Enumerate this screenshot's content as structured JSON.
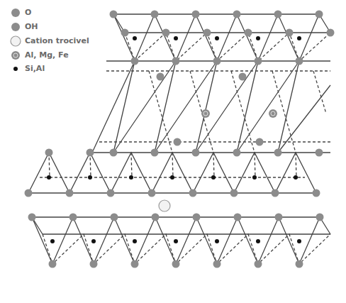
{
  "diagram": {
    "legend": [
      {
        "text": "O"
      },
      {
        "text": "OH"
      },
      {
        "text": "Cation trocivel"
      },
      {
        "text": "Al, Mg, Fe"
      },
      {
        "text": "Si,Al"
      }
    ]
  }
}
